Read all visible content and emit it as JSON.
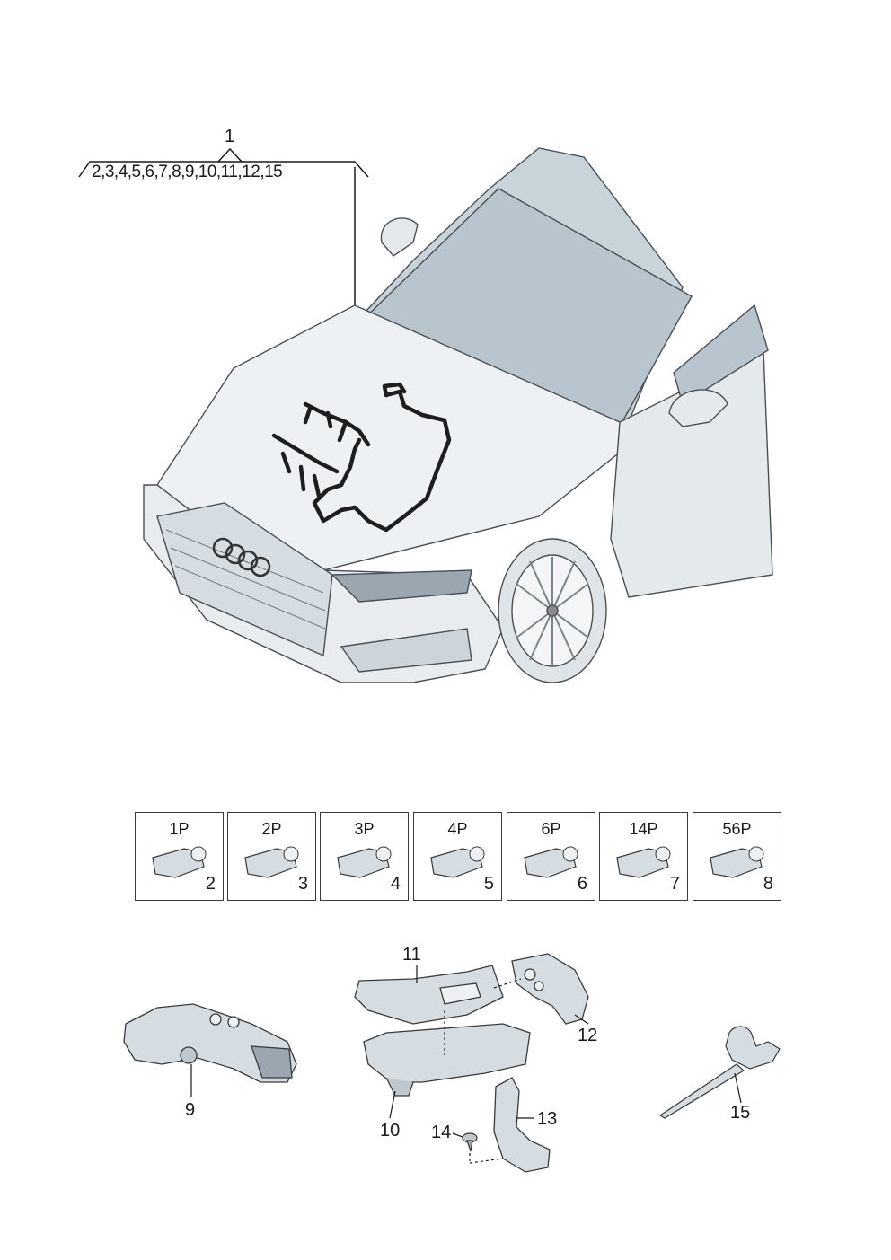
{
  "diagram": {
    "main_label": "1",
    "sub_refs": "2,3,4,5,6,7,8,9,10,11,12,15",
    "connectors": [
      {
        "pins": "1P",
        "num": "2"
      },
      {
        "pins": "2P",
        "num": "3"
      },
      {
        "pins": "3P",
        "num": "4"
      },
      {
        "pins": "4P",
        "num": "5"
      },
      {
        "pins": "6P",
        "num": "6"
      },
      {
        "pins": "14P",
        "num": "7"
      },
      {
        "pins": "56P",
        "num": "8"
      }
    ],
    "parts": {
      "p9": "9",
      "p10": "10",
      "p11": "11",
      "p12": "12",
      "p13": "13",
      "p14": "14",
      "p15": "15"
    }
  },
  "colors": {
    "line": "#3a3a3a",
    "glass": "#c9d3da",
    "body_fill": "#eef1f3",
    "part_fill": "#d6dde2",
    "harness": "#1e1e1e"
  }
}
